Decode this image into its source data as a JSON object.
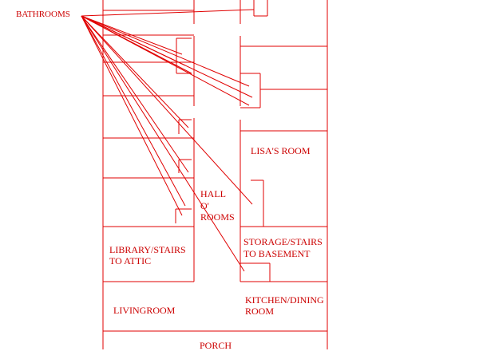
{
  "colors": {
    "ink": "#e00000",
    "text": "#cc0000",
    "background": "#ffffff"
  },
  "callout": {
    "label": "BATHROOMS",
    "pointer_count": 13
  },
  "rooms": {
    "lisa": "LISA'S ROOM",
    "hall_line1": "HALL",
    "hall_line2": "O'",
    "hall_line3": "ROOMS",
    "library_line1": "LIBRARY/STAIRS",
    "library_line2": "TO ATTIC",
    "storage_line1": "STORAGE/STAIRS",
    "storage_line2": "TO BASEMENT",
    "living": "LIVINGROOM",
    "kitchen_line1": "KITCHEN/DINING",
    "kitchen_line2": "ROOM",
    "porch": "PORCH"
  }
}
